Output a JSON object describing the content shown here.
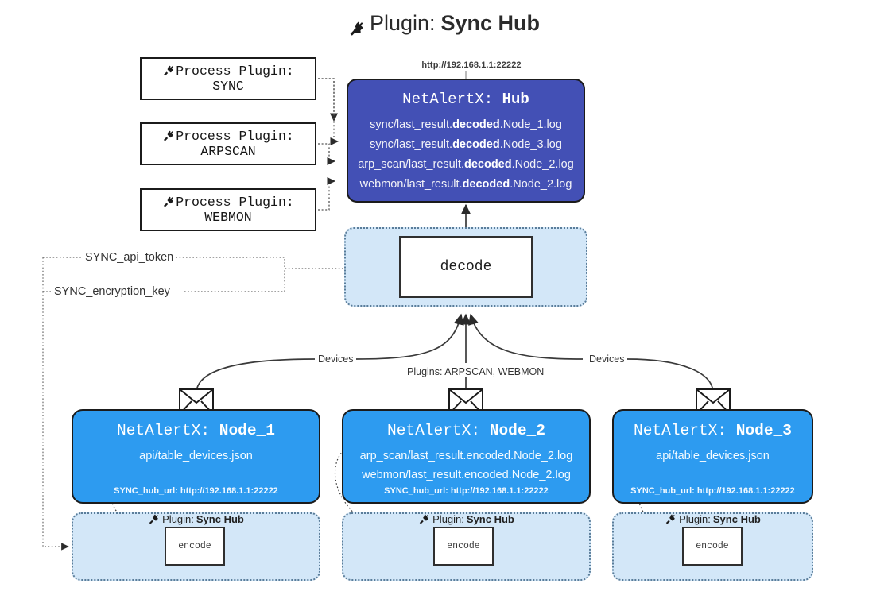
{
  "title": {
    "icon": "plug-icon",
    "prefix": "Plugin:",
    "name": "Sync Hub"
  },
  "plugins": [
    {
      "icon": "plug-icon",
      "line1": "Process Plugin:",
      "line2": "SYNC"
    },
    {
      "icon": "plug-icon",
      "line1": "Process Plugin:",
      "line2": "ARPSCAN"
    },
    {
      "icon": "plug-icon",
      "line1": "Process Plugin:",
      "line2": "WEBMON"
    }
  ],
  "hub": {
    "url": "http://192.168.1.1:22222",
    "title_prefix": "NetAlertX:",
    "title_name": "Hub",
    "lines": [
      {
        "pre": "sync/last_result.",
        "em": "decoded",
        "post": ".Node_1.log"
      },
      {
        "pre": "sync/last_result.",
        "em": "decoded",
        "post": ".Node_3.log"
      },
      {
        "pre": "arp_scan/last_result.",
        "em": "decoded",
        "post": ".Node_2.log"
      },
      {
        "pre": "webmon/last_result.",
        "em": "decoded",
        "post": ".Node_2.log"
      }
    ]
  },
  "decode": {
    "label": "decode"
  },
  "keys": {
    "api_token": "SYNC_api_token",
    "encryption_key": "SYNC_encryption_key"
  },
  "edges": {
    "devices_left": "Devices",
    "devices_right": "Devices",
    "plugins_mid": "Plugins: ARPSCAN, WEBMON"
  },
  "nodes": [
    {
      "icon": "envelope-icon",
      "title_prefix": "NetAlertX:",
      "title_name": "Node_1",
      "lines": [
        "api/table_devices.json"
      ],
      "footer": "SYNC_hub_url: http://192.168.1.1:22222"
    },
    {
      "icon": "envelope-icon",
      "title_prefix": "NetAlertX:",
      "title_name": "Node_2",
      "lines": [
        "arp_scan/last_result.encoded.Node_2.log",
        "webmon/last_result.encoded.Node_2.log"
      ],
      "footer": "SYNC_hub_url: http://192.168.1.1:22222"
    },
    {
      "icon": "envelope-icon",
      "title_prefix": "NetAlertX:",
      "title_name": "Node_3",
      "lines": [
        "api/table_devices.json"
      ],
      "footer": "SYNC_hub_url: http://192.168.1.1:22222"
    }
  ],
  "encoders": [
    {
      "plugin_prefix": "Plugin:",
      "plugin_name": "Sync Hub",
      "label": "encode"
    },
    {
      "plugin_prefix": "Plugin:",
      "plugin_name": "Sync Hub",
      "label": "encode"
    },
    {
      "plugin_prefix": "Plugin:",
      "plugin_name": "Sync Hub",
      "label": "encode"
    }
  ],
  "colors": {
    "hub_fill": "#4350b5",
    "node_fill": "#2d9bf0",
    "container_fill": "#d3e7f8",
    "container_border": "#5a7d9a",
    "stroke": "#1b1b1b",
    "background": "#ffffff"
  }
}
